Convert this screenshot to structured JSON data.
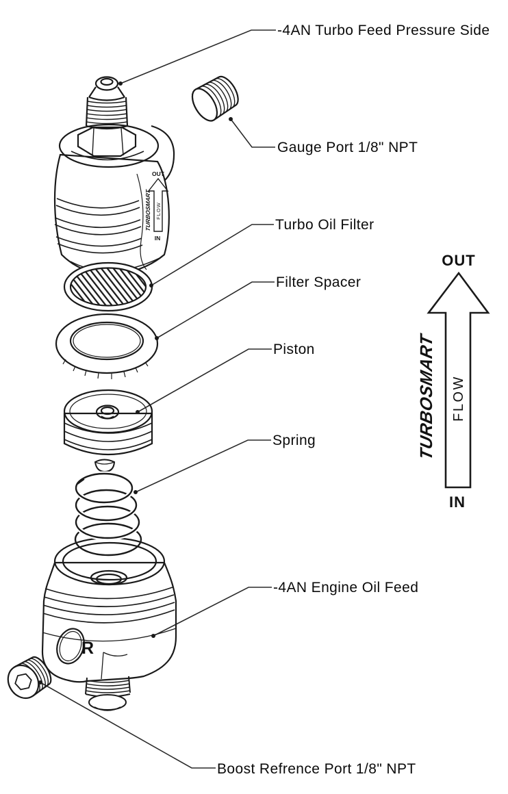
{
  "diagram": {
    "part_labels": [
      {
        "id": "turbo-feed-pressure-side",
        "text": "-4AN Turbo Feed Pressure Side"
      },
      {
        "id": "gauge-port",
        "text": "Gauge Port 1/8\" NPT"
      },
      {
        "id": "turbo-oil-filter",
        "text": "Turbo Oil Filter"
      },
      {
        "id": "filter-spacer",
        "text": "Filter Spacer"
      },
      {
        "id": "piston",
        "text": "Piston"
      },
      {
        "id": "spring",
        "text": "Spring"
      },
      {
        "id": "engine-oil-feed",
        "text": "-4AN Engine Oil Feed"
      },
      {
        "id": "boost-reference-port",
        "text": "Boost Refrence Port 1/8\" NPT"
      }
    ],
    "flow_indicator": {
      "out": "OUT",
      "in": "IN",
      "flow": "FLOW",
      "brand": "TURBOSMART"
    },
    "body_decal": {
      "out": "OUT",
      "in": "IN",
      "flow": "FLOW",
      "brand": "TURBOSMART"
    },
    "body_marking": "R",
    "colors": {
      "line": "#1a1a1a",
      "background": "#ffffff",
      "label_text": "#0b0b0b"
    }
  }
}
